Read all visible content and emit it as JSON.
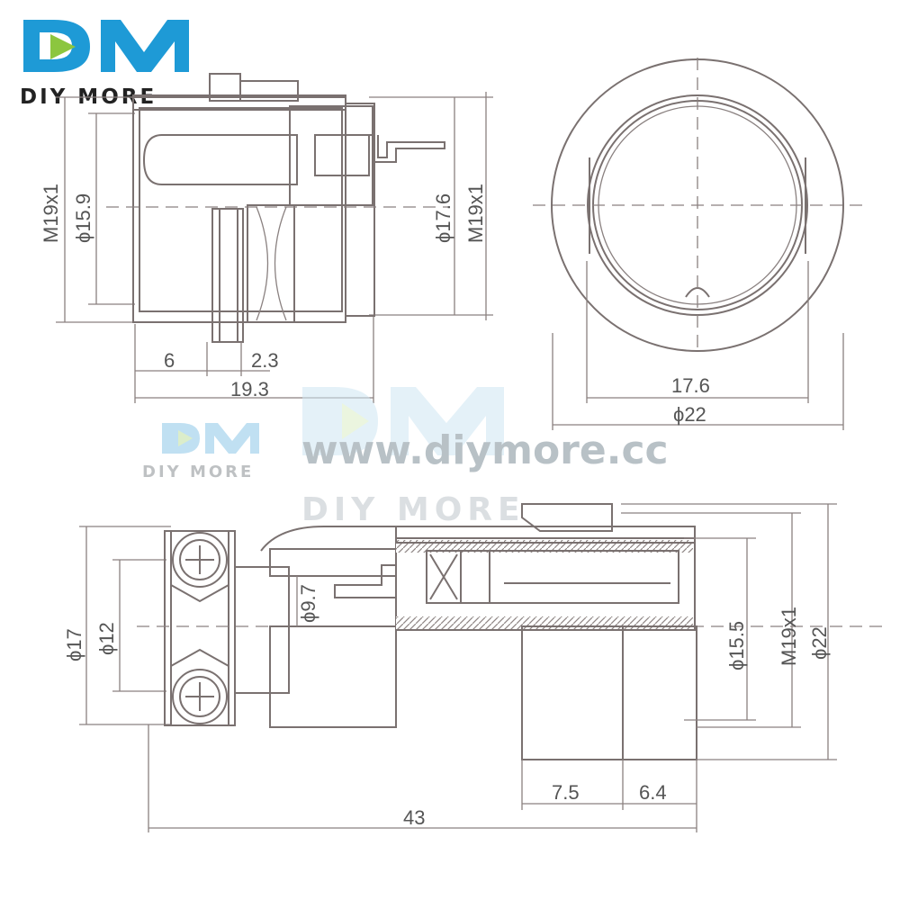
{
  "brand": {
    "logo_mark": "DM",
    "logo_text": "DIY MORE",
    "watermark_url": "www.diymore.cc",
    "watermark_text": "DIY MORE",
    "logo_color": "#1e9ad6",
    "logo_accent": "#8cc63f"
  },
  "side_view": {
    "thread_left": "M19x1",
    "dia_inner": "ϕ15.9",
    "dia_right": "ϕ17.6",
    "thread_right": "M19x1",
    "dim_6": "6",
    "dim_2_3": "2.3",
    "dim_19_3": "19.3"
  },
  "front_view": {
    "dim_17_6": "17.6",
    "dim_22": "ϕ22"
  },
  "plug_view": {
    "dia_17": "ϕ17",
    "dia_12": "ϕ12",
    "dia_9_7": "ϕ9.7",
    "dia_15_5": "ϕ15.5",
    "thread": "M19x1",
    "dia_22": "ϕ22",
    "dim_7_5": "7.5",
    "dim_6_4": "6.4",
    "dim_43": "43"
  }
}
